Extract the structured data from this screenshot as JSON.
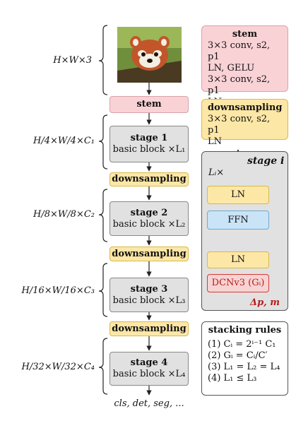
{
  "left_dims": [
    "H×W×3",
    "H/4×W/4×C₁",
    "H/8×W/8×C₂",
    "H/16×W/16×C₃",
    "H/32×W/32×C₄"
  ],
  "image_icon": "red-panda-photo",
  "stem_label": "stem",
  "downsampling_label": "downsampling",
  "stages": [
    {
      "title": "stage 1",
      "sub": "basic block ×L₁"
    },
    {
      "title": "stage 2",
      "sub": "basic block ×L₂"
    },
    {
      "title": "stage 3",
      "sub": "basic block ×L₃"
    },
    {
      "title": "stage 4",
      "sub": "basic block ×L₄"
    }
  ],
  "output_label": "cls, det, seg, ...",
  "stem_panel": {
    "title": "stem",
    "lines": [
      "3×3 conv, s2, p1",
      "LN, GELU",
      "3×3 conv, s2, p1",
      "LN"
    ]
  },
  "down_panel": {
    "title": "downsampling",
    "lines": [
      "3×3 conv, s2, p1",
      "LN"
    ]
  },
  "stage_panel": {
    "title": "stage i",
    "repeat": "Lᵢ×",
    "ln_top": "LN",
    "ffn": "FFN",
    "ln_bottom": "LN",
    "dcn": "DCNv3 (Gᵢ)",
    "offset_label": "Δp, m"
  },
  "rules_panel": {
    "title": "stacking rules",
    "rules": [
      "(1) Cᵢ = 2ⁱ⁻¹ C₁",
      "(2) Gᵢ = Cᵢ/C′",
      "(3) L₁ = L₂ = L₄",
      "(4) L₁ ≤ L₃"
    ]
  },
  "colors": {
    "pink": "#f9d2d6",
    "yellow": "#fde7a6",
    "gray": "#e1e1e1",
    "blue": "#c9e4f6",
    "red": "#d23a3a"
  }
}
